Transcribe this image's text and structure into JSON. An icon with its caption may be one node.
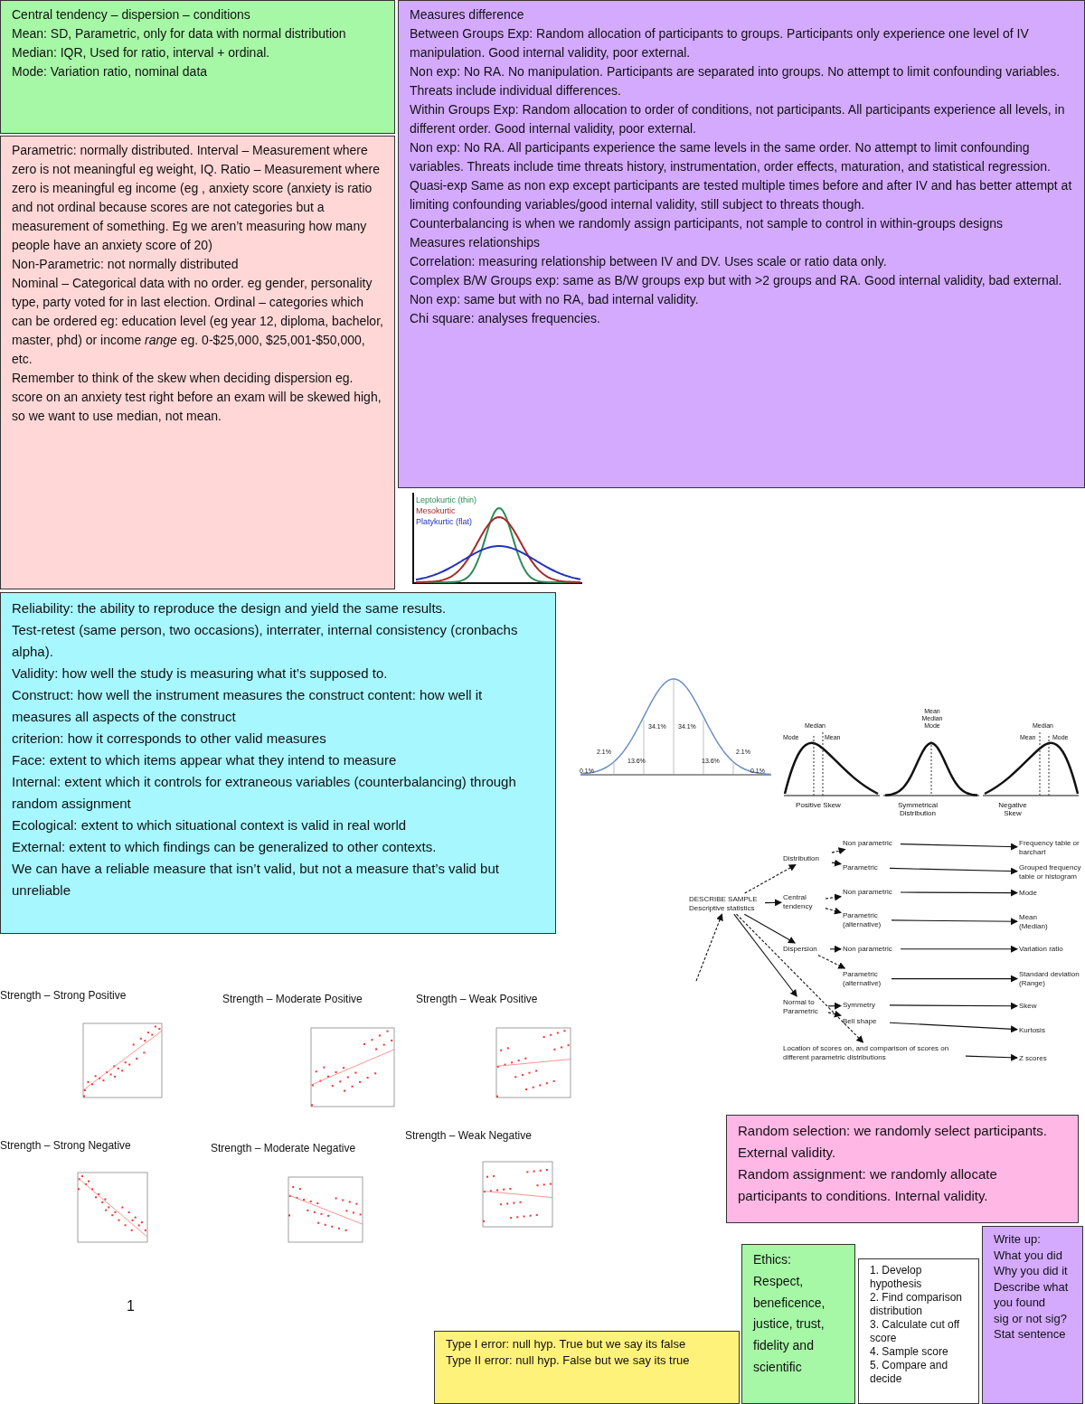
{
  "diagram": {
    "nodes": [
      {
        "text": [
          "Central tendency – dispersion – conditions",
          "Mean: SD, Parametric, only for data with normal distribution",
          "Median: IQR, Used for ratio, interval + ordinal.",
          "Mode: Variation ratio, nominal data"
        ]
      },
      {
        "text": [
          "Parametric: normally distributed. Interval – Measurement where zero is not meaningful eg weight, IQ. Ratio – Measurement where zero is meaningful eg income (eg , anxiety score (anxiety is ratio and not ordinal because scores are not categories but a measurement of something. Eg we aren’t measuring how many people have an anxiety score of 20)",
          "Non-Parametric: not normally distributed",
          "Nominal – Categorical data with no order. eg gender, personality type, party voted for in last election. Ordinal – categories which can be ordered eg: education level (eg year 12, diploma, bachelor, master, phd) or income *range* eg. 0-$25,000, $25,001-$50,000, etc.",
          "Remember to think of the skew when deciding dispersion eg. score on an anxiety test right before an exam will be skewed high, so we want to use median, not mean."
        ]
      },
      {
        "text": [
          "Measures difference",
          "Between Groups Exp: Random allocation of participants to groups. Participants only experience one level of IV manipulation. Good internal validity, poor external.",
          "Non exp: No RA. No manipulation. Participants are separated into groups. No attempt to limit confounding variables. Threats include individual differences.",
          "Within Groups Exp: Random allocation to order of conditions, not participants. All participants experience all levels, in different order. Good internal validity, poor external.",
          "Non exp: No RA. All participants experience the same levels in the same order. No attempt to limit confounding variables. Threats include time threats history, instrumentation, order effects, maturation, and statistical regression.",
          "Quasi-exp Same as non exp except participants are tested multiple times before and after IV and has better attempt at limiting confounding variables/good internal validity, still subject to threats though.",
          "Counterbalancing is when we randomly assign participants, not sample to control in within-groups designs",
          "Measures relationships",
          "Correlation: measuring relationship between IV and DV. Uses scale or ratio data only.",
          "Complex B/W Groups exp: same as B/W groups exp but with >2 groups and RA. Good internal validity, bad external. Non exp: same but with no RA, bad internal validity.",
          "Chi square: analyses frequencies."
        ]
      },
      {
        "text": [
          "Reliability: the ability to reproduce the design and yield the same results.",
          "Test-retest (same person, two occasions), interrater, internal consistency (cronbachs alpha).",
          "Validity: how well the study is measuring what it’s supposed to.",
          "Construct: how well the instrument measures the construct content: how well it measures all aspects of the construct",
          "criterion: how it corresponds to other valid measures",
          "Face: extent to which items appear what they intend to measure",
          "Internal: extent which it controls for extraneous variables (counterbalancing) through random assignment",
          "Ecological: extent to which situational context is valid in real world",
          "External: extent to which findings can be generalized to other contexts.",
          "We can have a reliable measure that isn’t valid, but not a measure that’s valid but unreliable"
        ]
      },
      {
        "text": [
          "Random selection: we randomly select participants. External validity.",
          "Random assignment: we randomly allocate participants to conditions. Internal validity."
        ]
      },
      {
        "text": [
          "Ethics: Respect, beneficence, justice, trust, fidelity and scientific"
        ]
      },
      {
        "text": [
          "1. Develop hypothesis",
          "2. Find comparison distribution",
          "3. Calculate cut off score",
          "4. Sample score",
          "5. Compare and decide"
        ]
      },
      {
        "text": [
          "Write up:",
          "What you did",
          "Why you did it",
          "Describe what you found",
          "sig or not sig?",
          "Stat sentence"
        ]
      },
      {
        "text": [
          "Type I error: null hyp. True but we say its false",
          "Type II error: null hyp. False but we say its true"
        ]
      },
      {
        "text": [
          "DESCRIBE SAMPLE Descriptive statistics"
        ]
      },
      {
        "text": [
          "Distribution"
        ]
      },
      {
        "text": [
          "Central tendency"
        ]
      },
      {
        "text": [
          "Dispersion"
        ]
      },
      {
        "text": [
          "Normal to Parametric"
        ]
      },
      {
        "text": [
          "Location of scores on, and comparison of scores on different parametric distributions"
        ]
      },
      {
        "text": [
          "Non parametric"
        ]
      },
      {
        "text": [
          "Parametric"
        ]
      },
      {
        "text": [
          "Non parametric"
        ]
      },
      {
        "text": [
          "Parametric (alternative)"
        ]
      },
      {
        "text": [
          "Non parametric"
        ]
      },
      {
        "text": [
          "Parametric (alternative)"
        ]
      },
      {
        "text": [
          "Symmetry"
        ]
      },
      {
        "text": [
          "Bell shape"
        ]
      },
      {
        "text": [
          "Frequency table or barchart"
        ]
      },
      {
        "text": [
          "Grouped frequency table or histogram"
        ]
      },
      {
        "text": [
          "Mode"
        ]
      },
      {
        "text": [
          "Mean (Median)"
        ]
      },
      {
        "text": [
          "Variation ratio"
        ]
      },
      {
        "text": [
          "Standard deviation (Range)"
        ]
      },
      {
        "text": [
          "Skew"
        ]
      },
      {
        "text": [
          "Kurtosis"
        ]
      },
      {
        "text": [
          "Z scores"
        ]
      }
    ],
    "edges": [
      {
        "from": null,
        "to": 9,
        "arrow": "to",
        "style": "dashed"
      },
      {
        "from": 9,
        "to": 10,
        "arrow": "to",
        "style": "dashed"
      },
      {
        "from": 9,
        "to": 11,
        "arrow": "to"
      },
      {
        "from": 9,
        "to": 12,
        "arrow": "to"
      },
      {
        "from": 9,
        "to": 13,
        "arrow": "to"
      },
      {
        "from": 9,
        "to": 14,
        "arrow": "to",
        "style": "dashed"
      },
      {
        "from": 10,
        "to": 15,
        "arrow": "to",
        "style": "dashed"
      },
      {
        "from": 10,
        "to": 16,
        "arrow": "to"
      },
      {
        "from": 11,
        "to": 17,
        "arrow": "to",
        "style": "dashed"
      },
      {
        "from": 11,
        "to": 18,
        "arrow": "to",
        "style": "dashed"
      },
      {
        "from": 12,
        "to": 19,
        "arrow": "to"
      },
      {
        "from": 12,
        "to": 20,
        "arrow": "to",
        "style": "dashed"
      },
      {
        "from": 13,
        "to": 21,
        "arrow": "to"
      },
      {
        "from": 13,
        "to": 22,
        "arrow": "to",
        "style": "dashed"
      },
      {
        "from": 15,
        "to": 23,
        "arrow": "to"
      },
      {
        "from": 16,
        "to": 24,
        "arrow": "to"
      },
      {
        "from": 17,
        "to": 25,
        "arrow": "to"
      },
      {
        "from": 18,
        "to": 26,
        "arrow": "to"
      },
      {
        "from": 19,
        "to": 27,
        "arrow": "to"
      },
      {
        "from": 20,
        "to": 28,
        "arrow": "to"
      },
      {
        "from": 21,
        "to": 29,
        "arrow": "to"
      },
      {
        "from": 22,
        "to": 30,
        "arrow": "to"
      },
      {
        "from": 14,
        "to": 31,
        "arrow": "to"
      }
    ],
    "labels": [
      "Leptokurtic (thin)",
      "Mesokurtic",
      "Platykurtic (flat)",
      "0.1%",
      "2.1%",
      "13.6%",
      "34.1%",
      "34.1%",
      "13.6%",
      "2.1%",
      "0.1%",
      "Median",
      "Mode",
      "Mean",
      "Mean Median Mode",
      "Median",
      "Mean",
      "Mode",
      "Positive Skew",
      "Symmetrical Distribution",
      "Negative Skew",
      "Strength – Strong Positive",
      "Strength – Moderate Positive",
      "Strength – Weak Positive",
      "Strength – Strong Negative",
      "Strength – Moderate Negative",
      "Strength – Weak Negative",
      "1"
    ]
  }
}
